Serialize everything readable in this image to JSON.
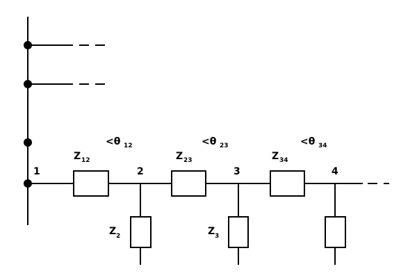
{
  "diagram": {
    "nodes": {
      "n1": "1",
      "n2": "2",
      "n3": "3",
      "n4": "4"
    },
    "labels": {
      "z12_main": "Z",
      "z12_sub": "12",
      "z23_main": "Z",
      "z23_sub": "23",
      "z34_main": "Z",
      "z34_sub": "34",
      "a12_main": "<θ",
      "a12_sub": "12",
      "a23_main": "<θ",
      "a23_sub": "23",
      "a34_main": "<θ",
      "a34_sub": "34",
      "z2_main": "Z",
      "z2_sub": "2",
      "z3_main": "Z",
      "z3_sub": "3"
    }
  }
}
